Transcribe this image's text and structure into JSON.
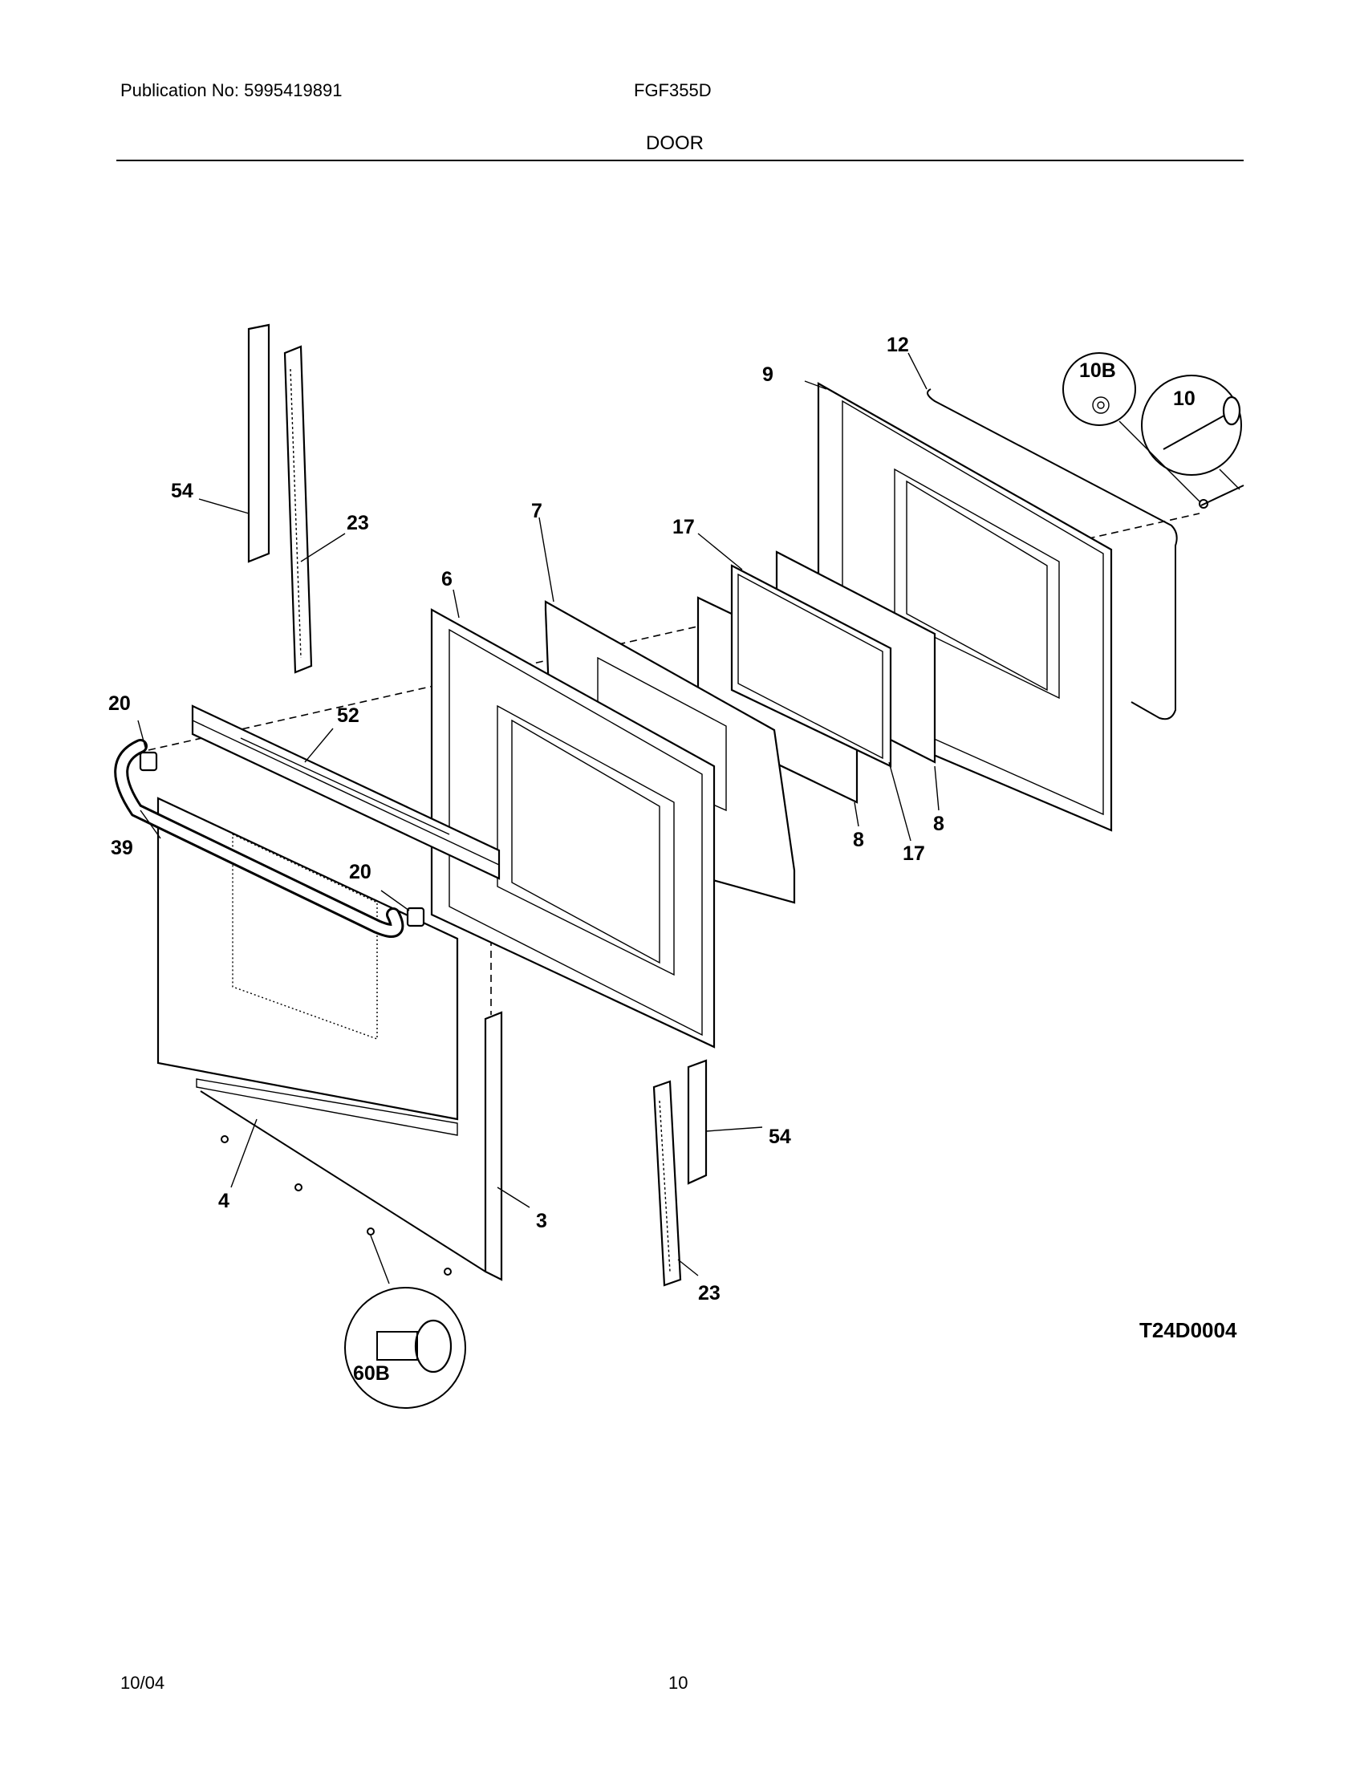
{
  "header": {
    "publication": "Publication No: 5995419891",
    "model": "FGF355D",
    "section_title": "DOOR"
  },
  "callouts": {
    "c54_top": "54",
    "c23_top": "23",
    "c20_left": "20",
    "c52": "52",
    "c39": "39",
    "c20_mid": "20",
    "c6": "6",
    "c7": "7",
    "c17_top": "17",
    "c9": "9",
    "c12": "12",
    "c10B": "10B",
    "c10": "10",
    "c8_right": "8",
    "c8_left": "8",
    "c17_bottom": "17",
    "c4": "4",
    "c3": "3",
    "c60B": "60B",
    "c54_bottom": "54",
    "c23_bottom": "23"
  },
  "diagram_code": "T24D0004",
  "footer": {
    "date": "10/04",
    "page": "10"
  }
}
